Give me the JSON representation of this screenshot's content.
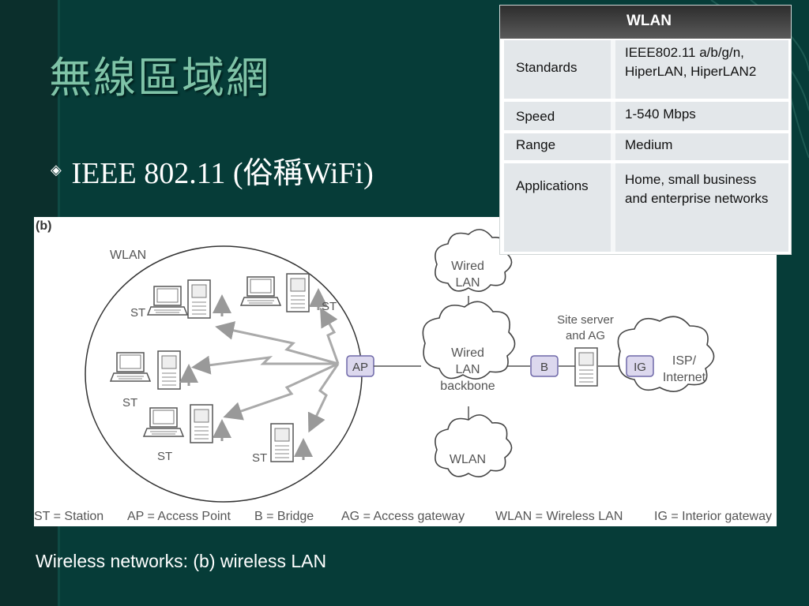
{
  "slide": {
    "title": "無線區域網",
    "bullet": "IEEE 802.11 (俗稱WiFi)",
    "caption": "Wireless networks: (b) wireless LAN"
  },
  "table": {
    "header": "WLAN",
    "rows": [
      {
        "key": "Standards",
        "value_line1": "IEEE802.11 a/b/g/n,",
        "value_line2": "HiperLAN, HiperLAN2"
      },
      {
        "key": "Speed",
        "value_line1": "1-540 Mbps"
      },
      {
        "key": "Range",
        "value_line1": "Medium"
      },
      {
        "key": "Applications",
        "value_line1": "Home, small business",
        "value_line2": "and enterprise networks"
      }
    ]
  },
  "diagram": {
    "panel_label": "(b)",
    "wlan_label": "WLAN",
    "station_label": "ST",
    "ap_label": "AP",
    "bridge_label": "B",
    "ig_label": "IG",
    "cloud_wired_lan": [
      "Wired",
      "LAN"
    ],
    "cloud_backbone": [
      "Wired",
      "LAN",
      "backbone"
    ],
    "cloud_wlan": "WLAN",
    "cloud_isp": [
      "ISP/",
      "Internet"
    ],
    "site_server": [
      "Site server",
      "and AG"
    ],
    "legend": [
      "ST = Station",
      "AP = Access Point",
      "B = Bridge",
      "AG = Access gateway",
      "WLAN = Wireless LAN",
      "IG = Interior gateway"
    ]
  }
}
